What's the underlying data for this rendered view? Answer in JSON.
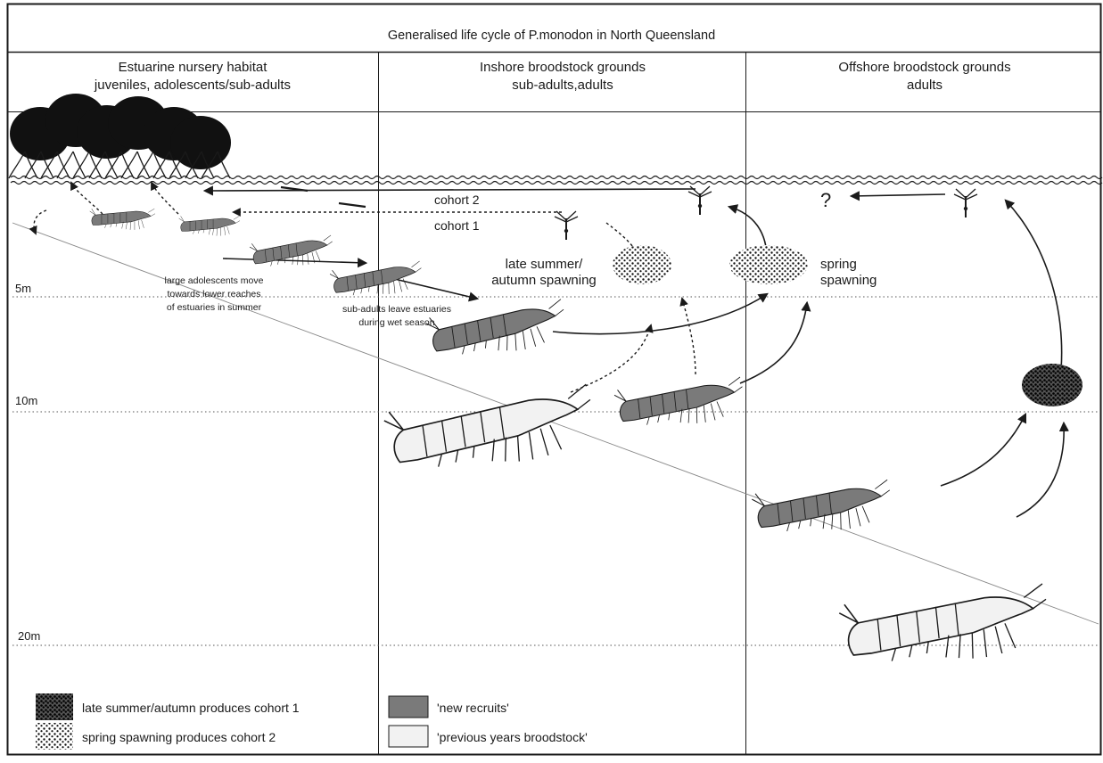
{
  "title": "Generalised life cycle of P.monodon in North Queensland",
  "zones": [
    {
      "line1": "Estuarine nursery habitat",
      "line2": "juveniles, adolescents/sub-adults"
    },
    {
      "line1": "Inshore broodstock grounds",
      "line2": "sub-adults,adults"
    },
    {
      "line1": "Offshore broodstock grounds",
      "line2": "adults"
    }
  ],
  "depths": [
    "5m",
    "10m",
    "20m"
  ],
  "annotations": {
    "cohort2": "cohort 2",
    "cohort1": "cohort 1",
    "late_summer_1": "late summer/",
    "late_summer_2": "autumn spawning",
    "spring_1": "spring",
    "spring_2": "spawning",
    "adolescents_1": "large adolescents move",
    "adolescents_2": "towards lower reaches",
    "adolescents_3": "of estuaries in summer",
    "subadults_1": "sub-adults leave estuaries",
    "subadults_2": "during wet season",
    "question": "?"
  },
  "legend": {
    "cohort1": "late summer/autumn produces cohort 1",
    "cohort2": "spring spawning produces cohort 2",
    "new_recruits": "'new recruits'",
    "previous": "'previous years broodstock'"
  },
  "colors": {
    "ink": "#1a1a1a",
    "new_recruit_fill": "#7a7a7a",
    "previous_fill": "#f2f2f2"
  },
  "icons": [
    "mangrove-trees",
    "prawn",
    "larva",
    "egg-cluster"
  ]
}
